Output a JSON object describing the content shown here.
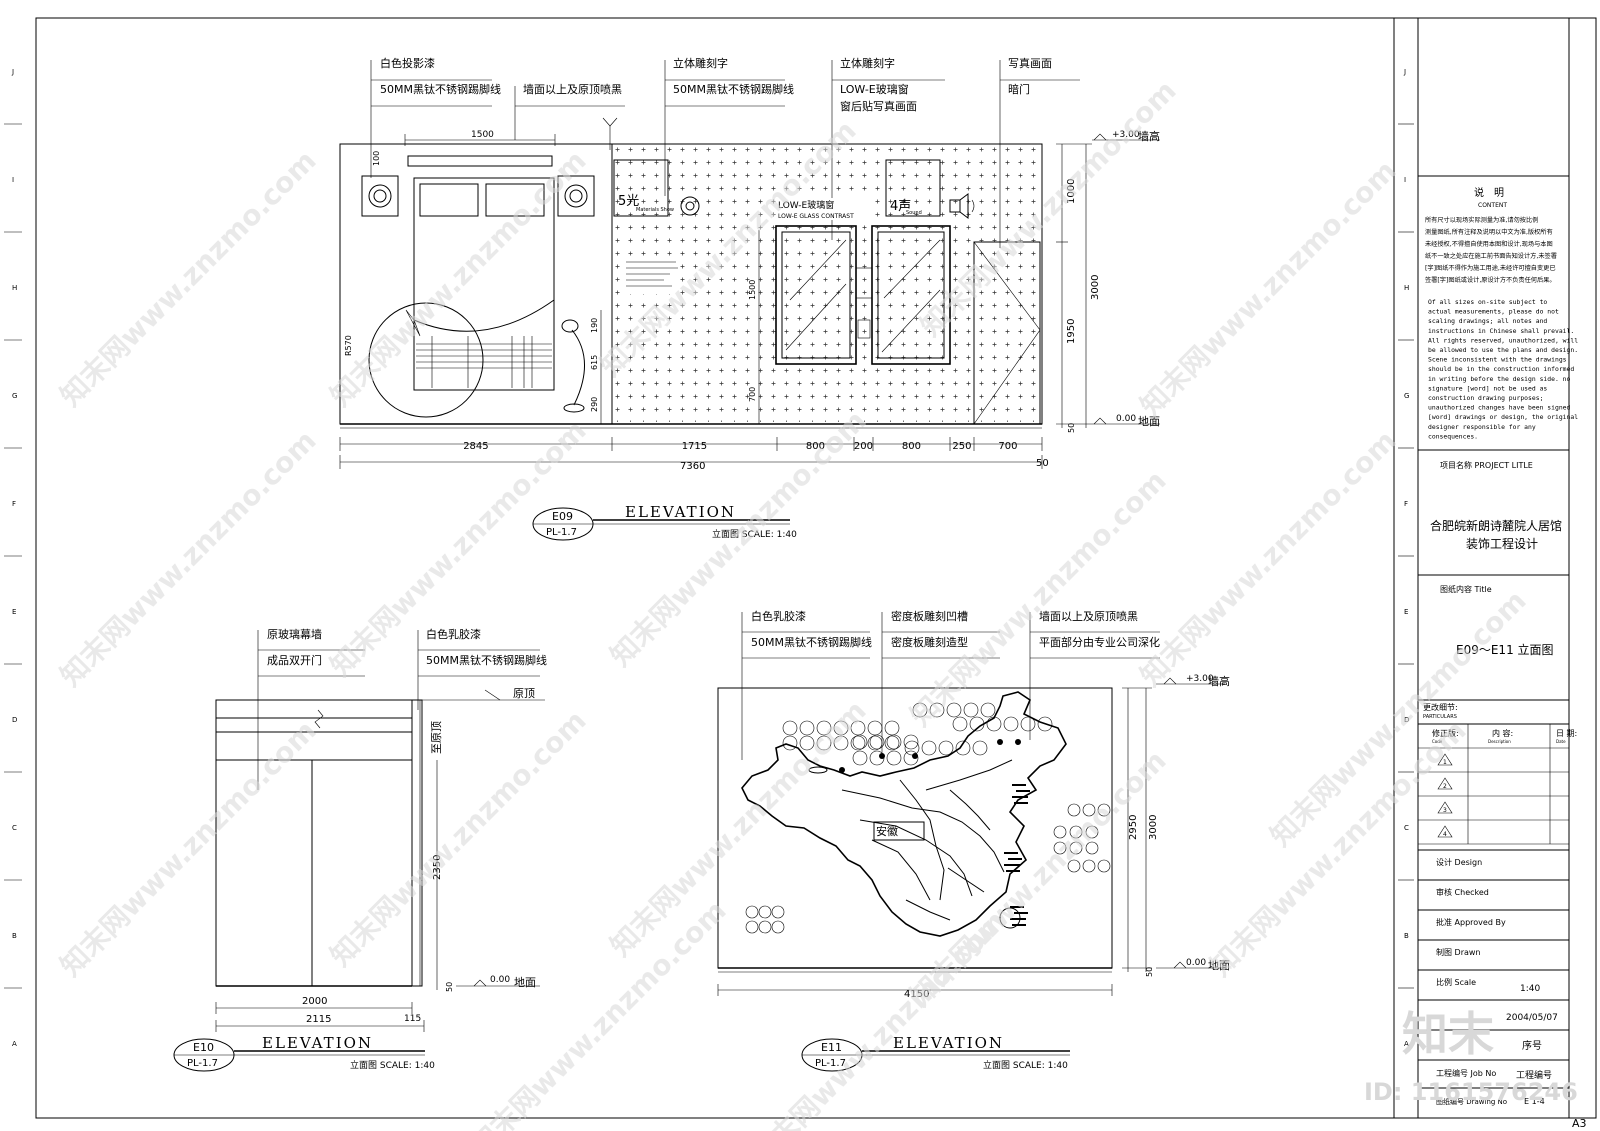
{
  "sheet": {
    "paper_size": "A3",
    "row_labels_left": [
      "J",
      "I",
      "H",
      "G",
      "F",
      "E",
      "D",
      "C",
      "B",
      "A"
    ],
    "row_labels_right": [
      "J",
      "I",
      "H",
      "G",
      "F",
      "E",
      "D",
      "C",
      "B",
      "A"
    ]
  },
  "e09": {
    "annotations": [
      [
        "白色投影漆",
        "50MM黑钛不锈钢踢脚线"
      ],
      [
        "墙面以上及原顶喷黑"
      ],
      [
        "立体雕刻字",
        "50MM黑钛不锈钢踢脚线"
      ],
      [
        "立体雕刻字",
        "LOW-E玻璃窗",
        "窗后贴写真画面"
      ],
      [
        "写真画面",
        "暗门"
      ]
    ],
    "level_top": "+3.00",
    "level_top_label": "墙高",
    "level_floor": "0.00",
    "level_floor_label": "地面",
    "dims_bottom": [
      "2845",
      "1715",
      "800",
      "200",
      "800",
      "250",
      "700"
    ],
    "dim_total": "7360",
    "dim_end": "50",
    "dim_top_bed": "1500",
    "dims_right": [
      "1000",
      "1950",
      "50"
    ],
    "dim_right_total": "3000",
    "dims_inner": [
      "100",
      "1500",
      "700",
      "190",
      "615",
      "290",
      "R570"
    ],
    "sign_5": "5光",
    "sign_5_sub": "Materials Show",
    "sign_4": "4声",
    "sign_4_sub": "Sound",
    "window_text": "LOW-E玻璃窗",
    "window_sub": "LOW-E GLASS CONTRAST",
    "tag": "E09",
    "tag_ref": "PL-1.7",
    "title": "ELEVATION",
    "scale": "立面图 SCALE: 1:40"
  },
  "e10": {
    "annotations": [
      [
        "原玻璃幕墙",
        "成品双开门"
      ],
      [
        "白色乳胶漆",
        "50MM黑钛不锈钢踢脚线"
      ]
    ],
    "top_label": "原顶",
    "side_label": "至原顶",
    "dim_height": "2350",
    "dim_floor": "50",
    "level_floor": "0.00",
    "level_floor_label": "地面",
    "dim_inner": "2000",
    "dim_total": "2115",
    "dim_end": "115",
    "tag": "E10",
    "tag_ref": "PL-1.7",
    "title": "ELEVATION",
    "scale": "立面图 SCALE: 1:40"
  },
  "e11": {
    "annotations": [
      [
        "白色乳胶漆",
        "50MM黑钛不锈钢踢脚线"
      ],
      [
        "密度板雕刻凹槽",
        "密度板雕刻造型"
      ],
      [
        "墙面以上及原顶喷黑",
        "平面部分由专业公司深化"
      ]
    ],
    "level_top": "+3.00",
    "level_top_label": "墙高",
    "level_floor": "0.00",
    "level_floor_label": "地面",
    "dim_height_inner": "2950",
    "dim_height_total": "3000",
    "dim_floor": "50",
    "dim_width": "4150",
    "map_label": "安徽",
    "tag": "E11",
    "tag_ref": "PL-1.7",
    "title": "ELEVATION",
    "scale": "立面图 SCALE: 1:40"
  },
  "titleblock": {
    "notes_title": "说　明",
    "notes_sub": "CONTENT",
    "notes_cn": [
      "所有尺寸以现场实际测量为准,请勿按比例",
      "测量图纸,所有注释及说明以中文为准,版权所有",
      "未经授权,不得擅自使用本图和设计,现场与本图",
      "纸不一致之处应在施工前书面告知设计方,未签署",
      "[字]图纸不得作为施工用途,未经许可擅自变更已",
      "签署[字]图纸或设计,原设计方不负责任何后果。"
    ],
    "notes_en": [
      "Of all sizes on-site subject to",
      "actual measurements, please do not",
      "scaling drawings; all notes and",
      "instructions in Chinese shall prevail.",
      "All rights reserved, unauthorized, will",
      "be allowed to use the plans and design.",
      "Scene inconsistent with the drawings",
      "should be in the construction informed",
      "in writing before the design side. no",
      "signature [word] not be used as",
      "construction drawing purposes;",
      "unauthorized changes have been signed",
      "[word] drawings or design, the original",
      "designer responsible for any",
      "consequences."
    ],
    "project_label": "项目名称 PROJECT LITLE",
    "project_name": [
      "合肥皖新朗诗麓院人居馆",
      "装饰工程设计"
    ],
    "content_label": "图纸内容  Title",
    "content_name": "E09～E11 立面图",
    "revision_label": "更改细节:",
    "revision_sub": "PARTICULARS",
    "rev_col1": "修正版:",
    "rev_col1_sub": "Code",
    "rev_col2": "内 容:",
    "rev_col2_sub": "Description",
    "rev_col3": "日 期:",
    "rev_col3_sub": "Date",
    "rev_rows": [
      "1",
      "2",
      "3",
      "4"
    ],
    "design": "设计  Design",
    "checked": "审核  Checked",
    "approved": "批准  Approved  By",
    "drawn": "制图  Drawn",
    "scale_label": "比例  Scale",
    "scale_value": "1:40",
    "date_value": "2004/05/07",
    "serial_label": "序号",
    "job_label": "工程编号  Job No",
    "job_label2": "工程编号",
    "drawing_label": "图纸编号 Drawing No",
    "drawing_value": "E 1-4"
  },
  "watermark": {
    "text": "知末网www.znzmo.com",
    "logo": "知末",
    "id": "ID: 1161576246"
  }
}
